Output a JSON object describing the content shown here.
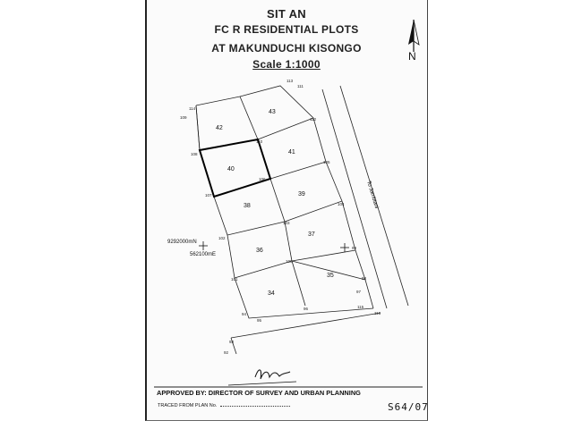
{
  "title": {
    "line1": "SIT   AN",
    "line2": "FC R RESIDENTIAL PLOTS",
    "line3": "AT MAKUNDUCHI KISONGO",
    "scale": "Scale 1:1000"
  },
  "north": {
    "letter": "N"
  },
  "road": {
    "label": "To Jambiani"
  },
  "coordinates": {
    "northing": "9292000mN",
    "easting": "562100mE"
  },
  "plots": [
    "42",
    "43",
    "40",
    "41",
    "38",
    "39",
    "36",
    "37",
    "34",
    "35"
  ],
  "beacons": [
    "114",
    "113",
    "111",
    "109",
    "112",
    "110",
    "108",
    "105",
    "107",
    "106",
    "104",
    "103",
    "102",
    "99",
    "101",
    "100",
    "98",
    "97",
    "96",
    "94",
    "95",
    "115",
    "116",
    "93",
    "92"
  ],
  "footer": {
    "signature": "Athmani",
    "approved": "APPROVED BY: DIRECTOR OF SURVEY AND URBAN PLANNING",
    "traced": "TRACED FROM PLAN No.",
    "reference": "S64/07"
  }
}
